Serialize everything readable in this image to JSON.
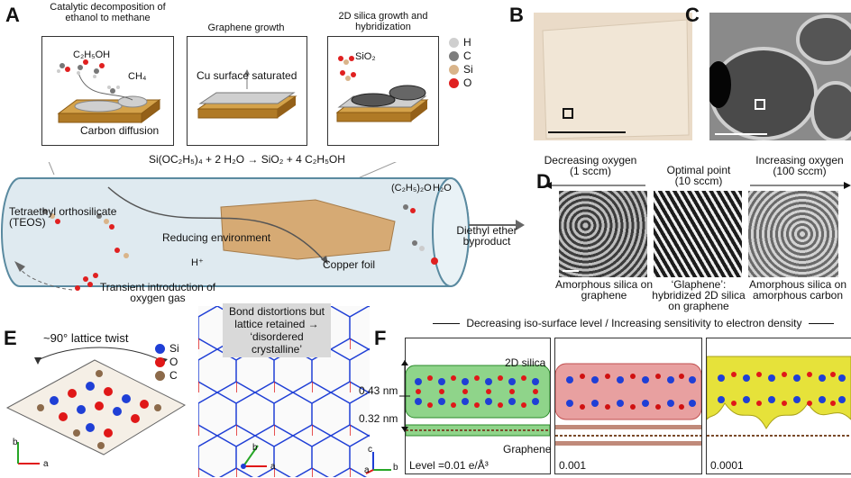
{
  "panels": {
    "A": "A",
    "B": "B",
    "C": "C",
    "D": "D",
    "E": "E",
    "F": "F"
  },
  "a": {
    "box1_title": "Catalytic decomposition of ethanol to methane",
    "box1_formula": "C₂H₅OH",
    "box1_ch4": "CH₄",
    "box1_caption": "Carbon diffusion",
    "box2_title": "Graphene growth",
    "box2_label": "Cu surface saturated",
    "box3_title": "2D silica growth and hybridization",
    "box3_sio2": "SiO₂",
    "legend": [
      {
        "label": "H",
        "color": "#cfcfcf"
      },
      {
        "label": "C",
        "color": "#7d7d7d"
      },
      {
        "label": "Si",
        "color": "#d9b48a"
      },
      {
        "label": "O",
        "color": "#e02020"
      }
    ],
    "equation": "Si(OC₂H₅)₄ + 2 H₂O → SiO₂ + 4 C₂H₅OH",
    "teos": "Tetraethyl orthosilicate (TEOS)",
    "reducing": "Reducing environment",
    "hplus": "H⁺",
    "copper": "Copper foil",
    "ether_formula": "(C₂H₅)₂O",
    "water": "H₂O",
    "diethyl": "Diethyl ether byproduct",
    "oxygen": "Transient introduction of oxygen gas"
  },
  "d": {
    "left_title": "Decreasing oxygen (1 sccm)",
    "mid_title": "Optimal point (10 sccm)",
    "right_title": "Increasing oxygen (100 sccm)",
    "left_caption": "Amorphous silica on graphene",
    "mid_caption": "‘Glaphene’: hybridized 2D silica on graphene",
    "right_caption": "Amorphous silica on amorphous carbon"
  },
  "e": {
    "twist": "~90° lattice twist",
    "legend": [
      {
        "label": "Si",
        "color": "#1f3fd6"
      },
      {
        "label": "O",
        "color": "#e01818"
      },
      {
        "label": "C",
        "color": "#8c6a4a"
      }
    ],
    "callout": "Bond distortions but lattice retained → ‘disordered crystalline’",
    "axis_a": "a",
    "axis_b": "b",
    "axis_a2": "a",
    "axis_b2": "b"
  },
  "f": {
    "header": "Decreasing iso-surface level / Increasing sensitivity to electron density",
    "silica": "2D silica",
    "graphene": "Graphene",
    "d1": "0.43 nm",
    "d2": "0.32 nm",
    "level1": "Level =0.01 e/Å³",
    "level2": "0.001",
    "level3": "0.0001",
    "axis_c": "c",
    "axis_a": "a",
    "axis_b": "b"
  }
}
